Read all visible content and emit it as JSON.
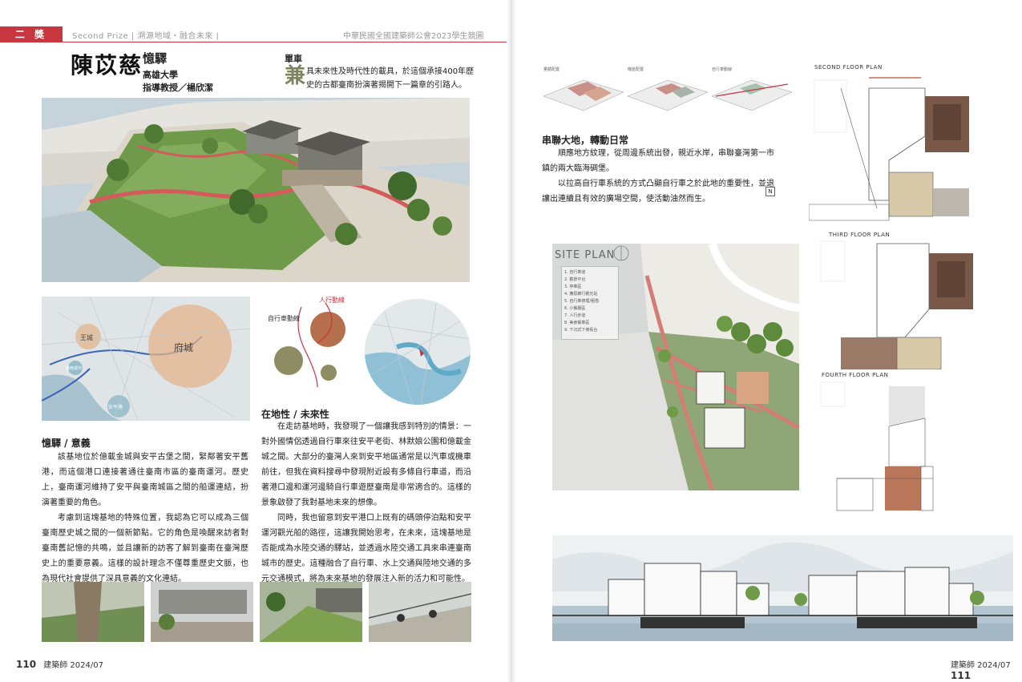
{
  "header": {
    "award_badge": "二 獎",
    "left_label": "Second Prize | 溯源地域・融合未來 |",
    "right_label": "中華民國全國建築師公會2023學生競圖"
  },
  "project": {
    "author": "陳苡慈",
    "title": "憶驛",
    "school": "高雄大學",
    "advisor": "指導教授／楊欣潔",
    "intro_heading": "單車",
    "intro_dropcap": "兼",
    "intro_text": "具未來性及時代性的載具，於這個承接400年歷史的古都臺南扮演著揭開下一篇章的引路人。"
  },
  "diagram_labels": {
    "walk_flow": "人行動線",
    "bike_flow": "自行車動線",
    "map_city": "府城",
    "map_wangcheng": "王城",
    "map_port": "安平港",
    "map_canal": "臺南運河"
  },
  "sections": {
    "memory": {
      "heading": "憶驛 / 意義",
      "p1": "該基地位於億載金城與安平古堡之間，緊鄰著安平舊港，而這個港口連接著通往臺南市區的臺南運河。歷史上，臺南運河維持了安平與臺南城區之間的船運連結，扮演著重要的角色。",
      "p2": "考慮到這塊基地的特殊位置，我認為它可以成為三個臺南歷史城之間的一個新節點。它的角色是喚醒來訪者對臺南舊記憶的共鳴，並且讓新的訪客了解到臺南在臺灣歷史上的重要意義。這樣的設計理念不僅尊重歷史文脈，也為現代社會提供了深具意義的文化連結。"
    },
    "future": {
      "heading": "在地性 / 未來性",
      "p1": "在走訪基地時，我發現了一個讓我感到特別的情景：一對外國情侶透過自行車來往安平老街、林默娘公園和億載金城之間。大部分的臺灣人來到安平地區通常是以汽車或機車前往，但我在資料搜尋中發現附近設有多條自行車道，而沿著港口邊和運河邊騎自行車遊歷臺南是非常適合的。這樣的景象啟發了我對基地未來的想像。",
      "p2": "同時，我也留意到安平港口上既有的碼頭停泊點和安平運河觀光船的路徑，這讓我開始思考，在未來，這塊基地是否能成為水陸交通的驛站，並透過水陸交通工具來串連臺南城市的歷史。這種融合了自行車、水上交通與陸地交通的多元交通模式，將為未來基地的發展注入新的活力和可能性。"
    },
    "connect": {
      "heading": "串聯大地，轉動日常",
      "p1": "順應地方紋理，從周邊系統出發，親近水岸，串聯臺灣第一市鎮的兩大臨海碉堡。",
      "p2": "以拉高自行車系統的方式凸顯自行車之於此地的重要性，並退讓出連續且有效的廣場空間，使活動油然而生。",
      "end_mark": "N"
    }
  },
  "plans": {
    "site_plan_title": "SITE PLAN",
    "site_legend": [
      "1. 自行車道",
      "2. 觀景平台",
      "3. 停車區",
      "4. 撫思廊行觀光站",
      "5. 自行車修理/租借",
      "6. 小餐廳區",
      "7. 人行步道",
      "8. 美食餐車區",
      "9. 下沉式下坡看台"
    ],
    "second_floor": "SECOND FLOOR PLAN",
    "third_floor": "THIRD FLOOR PLAN",
    "fourth_floor": "FOURTH FLOOR PLAN",
    "axon_labels": [
      "量體配置",
      "機能配置",
      "自行車動線"
    ]
  },
  "footer": {
    "left_page": "110",
    "left_mag": "建築師 2024/07",
    "right_mag": "建築師 2024/07",
    "right_page": "111"
  },
  "colors": {
    "accent_red": "#c8363f",
    "olive": "#7c8560",
    "terracotta": "#b9765a",
    "grass": "#6f9a4a",
    "water": "#b9c7cf"
  }
}
